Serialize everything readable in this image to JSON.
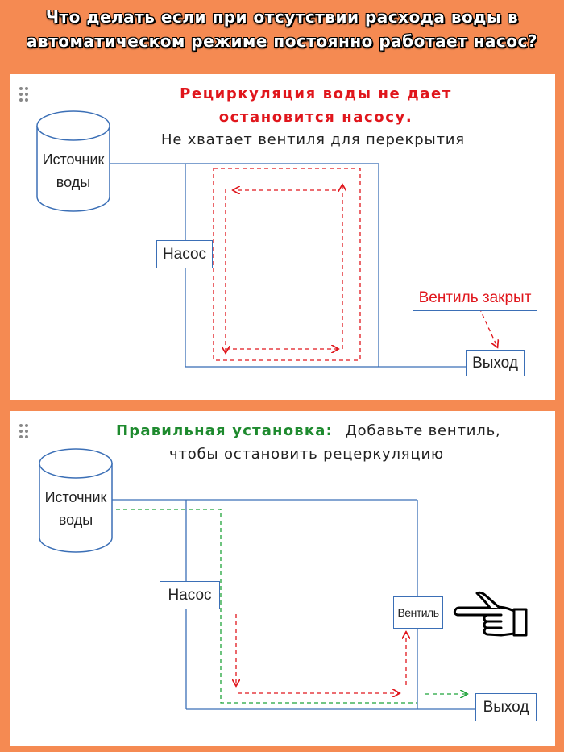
{
  "title_line1": "Что делать если при отсутствии расхода воды в",
  "title_line2": "автоматическом режиме постоянно работает насос?",
  "panel_wrong": {
    "heading_line1": "Рециркуляция воды не дает",
    "heading_line2": "остановится насосу.",
    "subtitle": "Не хватает вентиля для перекрытия",
    "source_line1": "Источник",
    "source_line2": "воды",
    "pump_label": "Насос",
    "valve_closed_label": "Вентиль закрыт",
    "outlet_label": "Выход"
  },
  "panel_right": {
    "heading_green": "Правильная установка:",
    "heading_rest": "Добавьте вентиль,",
    "heading_line2": "чтобы остановить рецеркуляцию",
    "source_line1": "Источник",
    "source_line2": "воды",
    "pump_label": "Насос",
    "valve_label": "Вентиль",
    "outlet_label": "Выход"
  },
  "colors": {
    "background": "#f58a52",
    "pipe": "#3b6fb6",
    "recirculation_arrow": "#e0161c",
    "flow_arrow": "#1fa33a",
    "heading_red": "#e0161c",
    "heading_green": "#1e8a2e"
  },
  "icons": [
    "drag-handle-icon",
    "pointing-hand-icon",
    "water-source-cylinder-icon"
  ]
}
